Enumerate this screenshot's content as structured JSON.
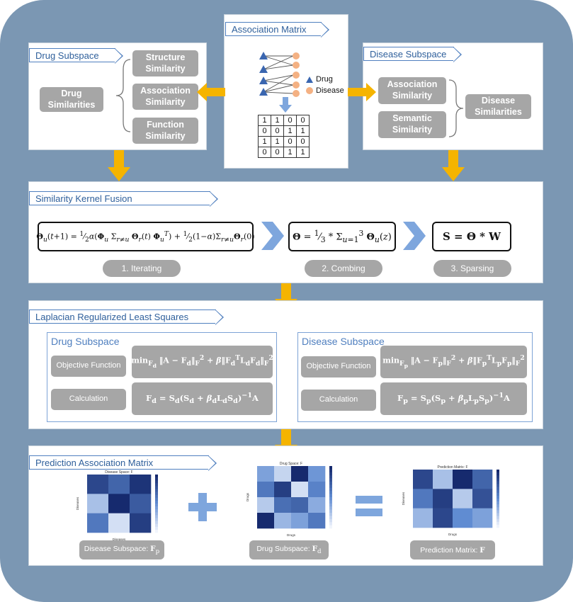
{
  "colors": {
    "background": "#7b97b3",
    "accent_arrow": "#f5b400",
    "chevron": "#7ea6dd",
    "tag_border": "#4f7fbf",
    "gray_box": "#a6a6a6"
  },
  "association": {
    "tag": "Association Matrix",
    "legend_drug": "Drug",
    "legend_disease": "Disease",
    "matrix": [
      [
        "1",
        "1",
        "0",
        "0"
      ],
      [
        "0",
        "0",
        "1",
        "1"
      ],
      [
        "1",
        "1",
        "0",
        "0"
      ],
      [
        "0",
        "0",
        "1",
        "1"
      ]
    ]
  },
  "drug_space": {
    "tag": "Drug Subspace",
    "main_label": "Drug Similarities",
    "items": [
      "Structure Similarity",
      "Association Similarity",
      "Function Similarity"
    ]
  },
  "disease_space": {
    "tag": "Disease Subspace",
    "main_label": "Disease Similarities",
    "items": [
      "Association Similarity",
      "Semantic Similarity"
    ]
  },
  "fusion": {
    "tag": "Similarity Kernel Fusion",
    "steps": [
      "1.   Iterating",
      "2.   Combing",
      "3.   Sparsing"
    ],
    "eq_sparse": "S = Θ * W"
  },
  "lap": {
    "tag": "Laplacian Regularized Least Squares",
    "drug_title": "Drug Subspace",
    "disease_title": "Disease Subspace",
    "objective_label": "Objective Function",
    "calc_label": "Calculation"
  },
  "prediction": {
    "tag": "Prediction Association Matrix",
    "plus": "+",
    "equals": "=",
    "heatmaps": [
      {
        "title": "Disease Space: F",
        "ylabel": "Diseases",
        "xlabel": "Diseases",
        "values": [
          [
            0.85,
            0.7,
            0.95
          ],
          [
            0.25,
            1.0,
            0.75
          ],
          [
            0.6,
            0.1,
            0.9
          ]
        ]
      },
      {
        "title": "Drug Space: F",
        "ylabel": "Drugs",
        "xlabel": "Drugs",
        "values": [
          [
            0.4,
            0.15,
            1.0,
            0.45
          ],
          [
            0.6,
            0.9,
            0.1,
            0.55
          ],
          [
            0.2,
            0.65,
            0.7,
            0.35
          ],
          [
            1.0,
            0.3,
            0.4,
            0.6
          ]
        ]
      },
      {
        "title": "Prediction Matrix: F",
        "ylabel": "Diseases",
        "xlabel": "Drugs",
        "values": [
          [
            0.85,
            0.25,
            1.0,
            0.7
          ],
          [
            0.6,
            0.9,
            0.2,
            0.8
          ],
          [
            0.3,
            0.85,
            0.5,
            0.4
          ]
        ]
      }
    ]
  }
}
